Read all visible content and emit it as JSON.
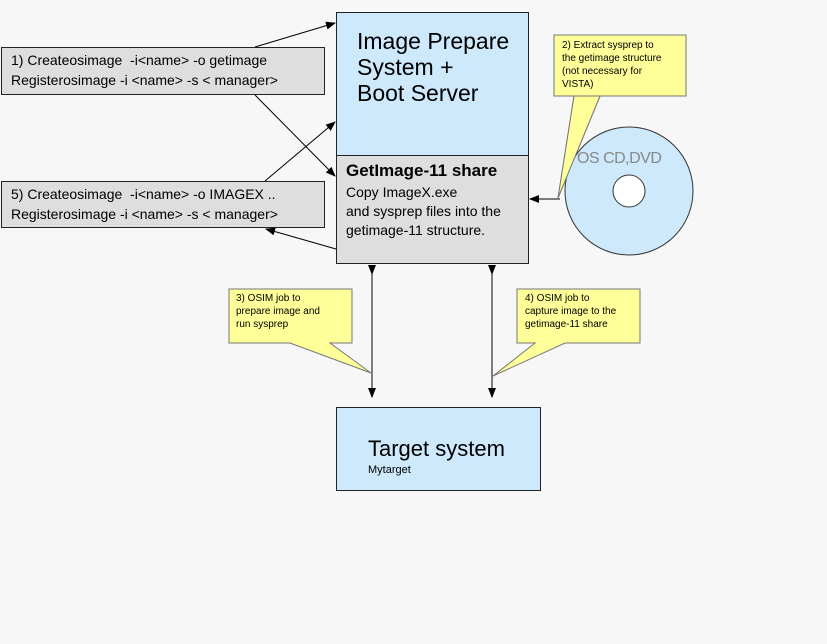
{
  "commands": {
    "step1": {
      "line1": "1) Createosimage  -i<name> -o getimage",
      "line2": "Registerosimage -i <name> -s < manager>"
    },
    "step5": {
      "line1": "5) Createosimage  -i<name> -o IMAGEX ..",
      "line2": "Registerosimage -i <name> -s < manager>"
    }
  },
  "server": {
    "title": "Image Prepare\nSystem +\nBoot Server",
    "share_title": "GetImage-11 share",
    "share_desc": "Copy ImageX.exe\nand sysprep files into the\ngetimage-11 structure."
  },
  "target": {
    "title": "Target system",
    "name": "Mytarget"
  },
  "callouts": {
    "step2": "2) Extract sysprep to\nthe getimage structure\n(not necessary for\nVISTA)",
    "step3": "3) OSIM job to\nprepare image and\nrun sysprep",
    "step4": "4) OSIM job to\ncapture image to the\ngetimage-11 share"
  },
  "media": {
    "label": "OS CD,DVD",
    "icon": "cd-dvd-disc-icon"
  },
  "colors": {
    "server_fill": "#cde9fb",
    "share_fill": "#dedede",
    "callout_fill": "#ffff99",
    "disc_fill": "#cde9fb",
    "background": "#f7f7f7"
  }
}
